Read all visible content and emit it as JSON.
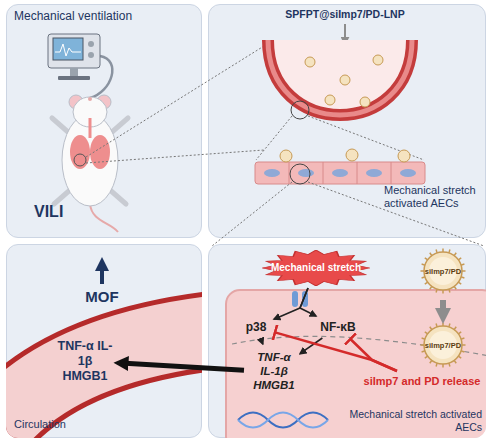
{
  "diagram": {
    "nodes": [
      {
        "text": [
          "Mechanical ventilation",
          "VILI"
        ]
      },
      {
        "text": [
          "SPFPT@siImp7/PD-LNP",
          "Mechanical stretch activated AECs"
        ]
      },
      {
        "text": [
          "MOF",
          "Circulation"
        ]
      },
      {
        "text": [
          "TNF-α IL-1β HMGB1"
        ],
        "in": 2
      },
      {
        "text": [
          "Mechanical stretch activated AECs"
        ]
      },
      {
        "text": [
          "Mechanical stretch"
        ],
        "in": 4
      },
      {
        "text": [
          "p38"
        ],
        "in": 4
      },
      {
        "text": [
          "NF-κB"
        ],
        "in": 4
      },
      {
        "text": [
          "TNF-α IL-1β HMGB1"
        ],
        "in": 4
      },
      {
        "text": [
          "siImp7/PD"
        ],
        "in": 4
      },
      {
        "text": [
          "siImp7/PD"
        ],
        "in": 4
      },
      {
        "text": [
          "siImp7 and PD release"
        ],
        "in": 4
      }
    ],
    "edges": [
      {
        "from": 5,
        "to": 6,
        "arrow": "to"
      },
      {
        "from": 5,
        "to": 7,
        "arrow": "to"
      },
      {
        "from": 6,
        "to": 8,
        "arrow": "to"
      },
      {
        "from": 7,
        "to": 8,
        "arrow": "to"
      },
      {
        "from": 9,
        "to": 10,
        "arrow": "to"
      },
      {
        "from": 11,
        "to": 6,
        "arrow": "to"
      },
      {
        "from": 11,
        "to": 7,
        "arrow": "to"
      },
      {
        "from": 8,
        "to": 3,
        "arrow": "to"
      }
    ]
  }
}
